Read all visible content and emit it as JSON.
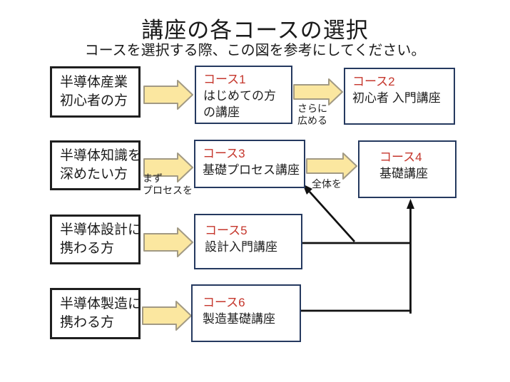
{
  "title": "講座の各コースの選択",
  "subtitle": "コースを選択する際、この図を参考にしてください。",
  "audiences": [
    {
      "line1": "半導体産業",
      "line2": "初心者の方"
    },
    {
      "line1": "半導体知識を",
      "line2": "深めたい方"
    },
    {
      "line1": "半導体設計に",
      "line2": "携わる方"
    },
    {
      "line1": "半導体製造に",
      "line2": "携わる方"
    }
  ],
  "courses": [
    {
      "id": "コース1",
      "line1": "はじめての方",
      "line2": "の講座"
    },
    {
      "id": "コース2",
      "line1": "初心者 入門講座"
    },
    {
      "id": "コース3",
      "line1": "基礎プロセス講座"
    },
    {
      "id": "コース4",
      "line1": "基礎講座"
    },
    {
      "id": "コース5",
      "line1": "設計入門講座"
    },
    {
      "id": "コース6",
      "line1": "製造基礎講座"
    }
  ],
  "arrow_labels": {
    "further_expand": {
      "line1": "さらに",
      "line2": "広める"
    },
    "process_first": {
      "line1": "まず",
      "line2": "プロセスを"
    },
    "whole": "全体を"
  },
  "colors": {
    "course_id_red": "#c5362c",
    "course_box_border": "#25395f",
    "audience_box_border": "#1f1f1f",
    "arrow_fill": "#fbe7a0",
    "arrow_stroke": "#a29a84",
    "connector_black": "#111111"
  }
}
